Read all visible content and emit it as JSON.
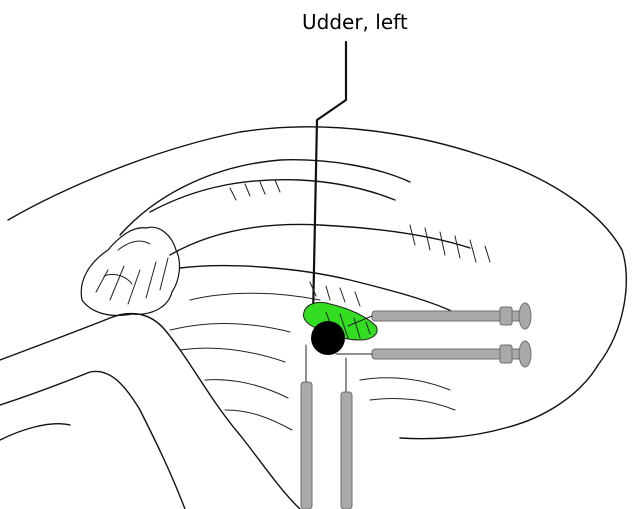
{
  "diagram": {
    "label": "Udder, left",
    "colors": {
      "highlight": "#33dd22",
      "injection_point": "#000000",
      "needle": "#a9a9a9",
      "line": "#111111"
    },
    "icons": [
      "black-dot-injection-point",
      "syringe-needle"
    ]
  }
}
